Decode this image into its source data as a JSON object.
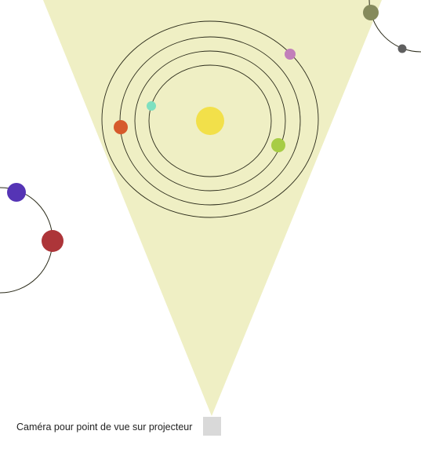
{
  "colors": {
    "background": "#ffffff",
    "beam": "#efefc4",
    "orbit_stroke": "#2b2b1a",
    "sun": "#f2e04a",
    "camera_button": "#d9d9d9"
  },
  "scene": {
    "sun": {
      "color": "#f2e04a"
    },
    "inner_planets": [
      {
        "name": "mint-planet",
        "color": "#7ee0c0"
      },
      {
        "name": "lime-planet",
        "color": "#a7cc45"
      },
      {
        "name": "orange-planet",
        "color": "#d65a2c"
      },
      {
        "name": "pink-planet",
        "color": "#c27fba"
      }
    ],
    "left_system": [
      {
        "name": "purple-planet",
        "color": "#5534b5"
      },
      {
        "name": "red-planet",
        "color": "#ad3539"
      }
    ],
    "right_system": [
      {
        "name": "olive-planet",
        "color": "#858a5c"
      },
      {
        "name": "gray-planet",
        "color": "#5f5f5f"
      }
    ]
  },
  "camera": {
    "caption": "Caméra pour point de vue sur projecteur"
  }
}
